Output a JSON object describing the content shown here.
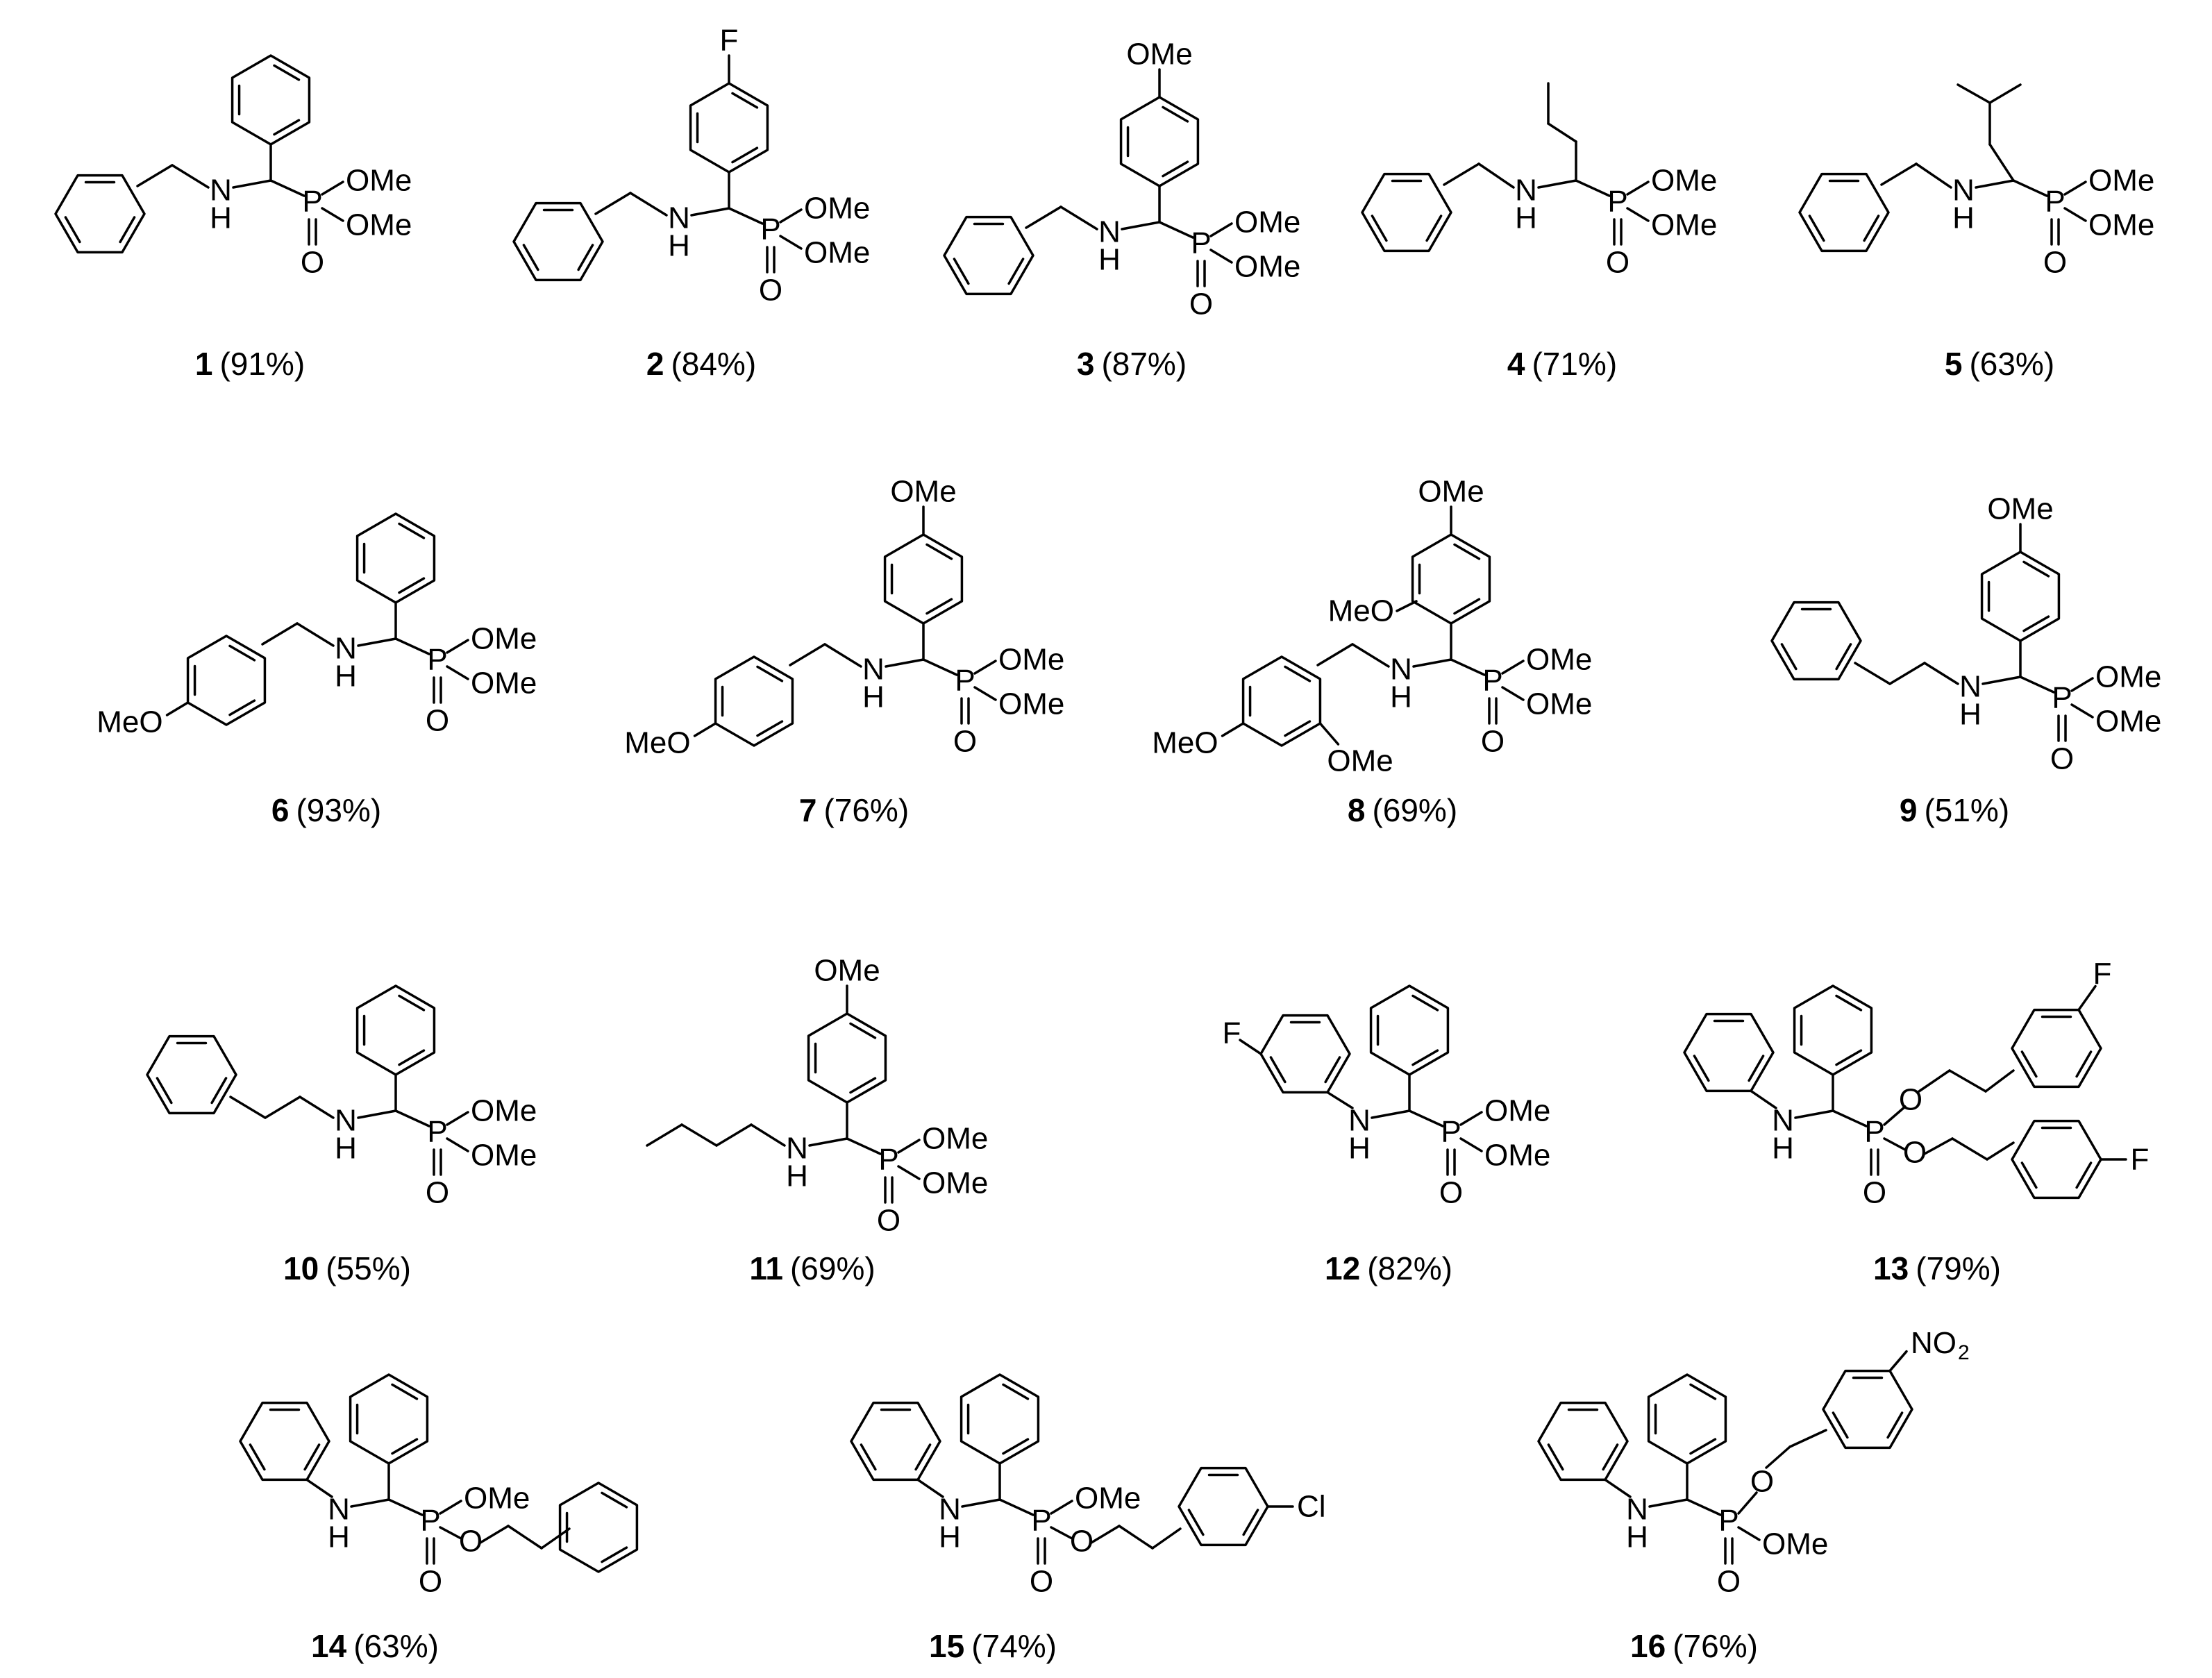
{
  "atom_labels": {
    "NH_top": "N",
    "NH_bottom": "H",
    "phosphorus": "P",
    "oxygen": "O",
    "OMe": "OMe",
    "MeO": "MeO",
    "fluorine": "F",
    "chlorine": "Cl",
    "nitro": "NO",
    "nitro_subscript": "2"
  },
  "compounds": [
    {
      "number": "1",
      "yield": "(91%)"
    },
    {
      "number": "2",
      "yield": "(84%)"
    },
    {
      "number": "3",
      "yield": "(87%)"
    },
    {
      "number": "4",
      "yield": "(71%)"
    },
    {
      "number": "5",
      "yield": "(63%)"
    },
    {
      "number": "6",
      "yield": "(93%)"
    },
    {
      "number": "7",
      "yield": "(76%)"
    },
    {
      "number": "8",
      "yield": "(69%)"
    },
    {
      "number": "9",
      "yield": "(51%)"
    },
    {
      "number": "10",
      "yield": "(55%)"
    },
    {
      "number": "11",
      "yield": "(69%)"
    },
    {
      "number": "12",
      "yield": "(82%)"
    },
    {
      "number": "13",
      "yield": "(79%)"
    },
    {
      "number": "14",
      "yield": "(63%)"
    },
    {
      "number": "15",
      "yield": "(74%)"
    },
    {
      "number": "16",
      "yield": "(76%)"
    }
  ]
}
